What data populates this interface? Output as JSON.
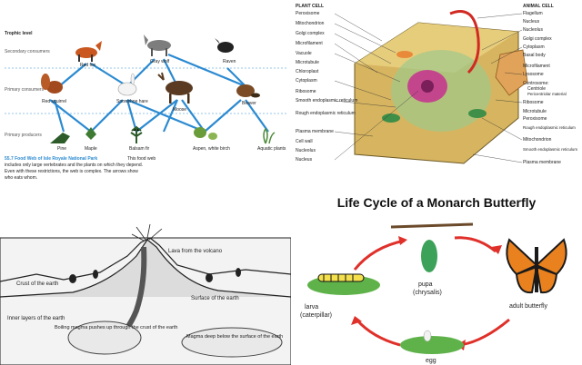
{
  "food_web": {
    "trophic_label": "Trophic level",
    "levels": [
      "Secondary consumers",
      "Primary consumers",
      "Primary producers"
    ],
    "organisms": [
      "Red fox",
      "Gray wolf",
      "Raven",
      "Red squirrel",
      "Snowshoe hare",
      "Moose",
      "Beaver",
      "Pine",
      "Maple",
      "Balsam fir",
      "Aspen, white birch",
      "Aquatic plants"
    ],
    "caption_title": "55.7  Food Web of Isle Royale National Park",
    "caption_lines": [
      "This food web",
      "includes only large vertebrates and the plants on which they depend.",
      "Even with these restrictions, the web is complex. The arrows show",
      "who eats whom."
    ]
  },
  "plant_cell": {
    "title_left": "PLANT CELL",
    "title_right": "ANIMAL CELL",
    "left_labels": [
      "Peroxisome",
      "Mitochondrion",
      "Golgi complex",
      "Microfilament",
      "Vacuole",
      "Microtubule",
      "Chloroplast",
      "Cytoplasm",
      "Ribosome",
      "Smooth endoplasmic reticulum",
      "Rough endoplasmic reticulum",
      "Plasma membrane",
      "Cell wall",
      "Nucleolus",
      "Nucleus"
    ],
    "right_labels": [
      "Flagellum",
      "Nucleus",
      "Nucleolus",
      "Golgi complex",
      "Cytoplasm",
      "Basal body",
      "Microfilament",
      "Lysosome",
      "Centrosome:",
      "Centriole",
      "Pericentriolar material",
      "Ribosome",
      "Microtubule",
      "Peroxisome",
      "Rough endoplasmic reticulum",
      "Mitochondrion",
      "Smooth endoplasmic reticulum",
      "Plasma membrane"
    ]
  },
  "volcano": {
    "labels": [
      "Lava from the volcano",
      "Crust of the earth",
      "Surface of the earth",
      "Inner layers of the earth",
      "Boiling magma pushes up through the crust of the earth",
      "Magma deep below the surface of the earth"
    ]
  },
  "butterfly": {
    "title": "Life Cycle of a Monarch Butterfly",
    "stages": [
      "pupa",
      "(chrysalis)",
      "adult butterfly",
      "egg",
      "larva",
      "(caterpillar)"
    ],
    "accent_color": "#e0302a"
  }
}
